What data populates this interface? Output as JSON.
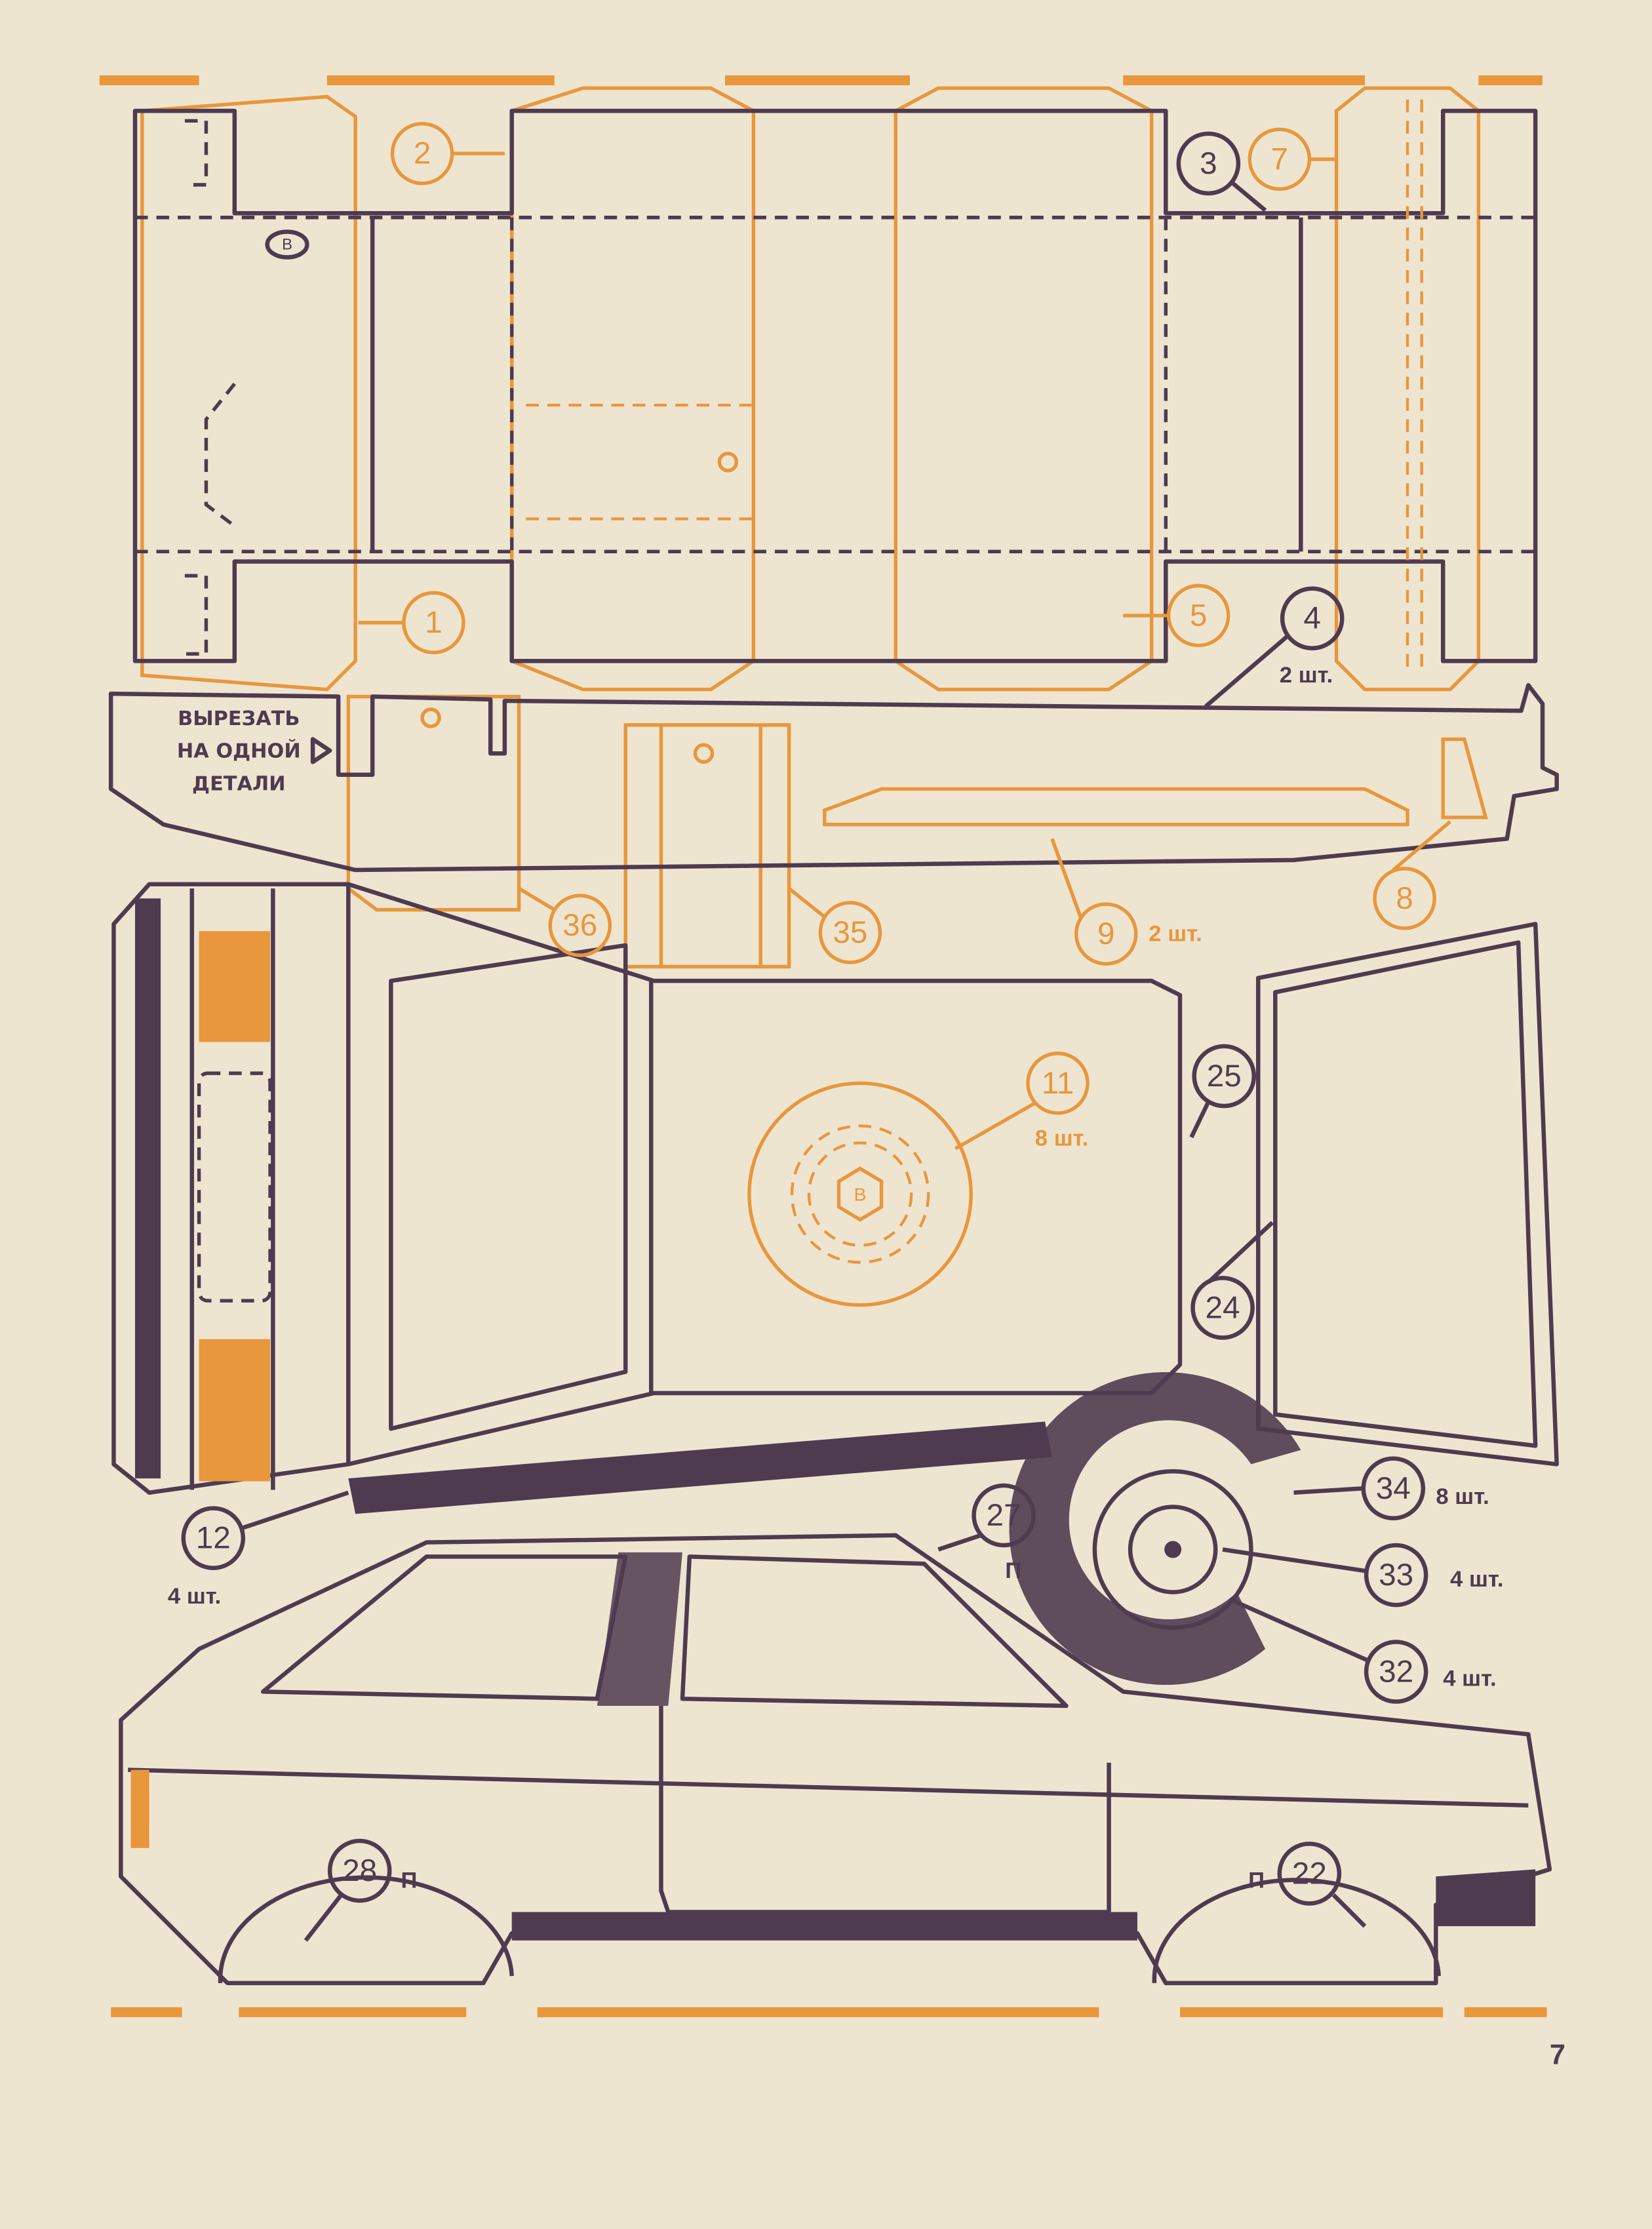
{
  "colors": {
    "paper": "#eee5d1",
    "ink": "#4f3b50",
    "orange": "#e8973c"
  },
  "note": {
    "line1": "ВЫРЕЗАТЬ",
    "line2": "НА ОДНОЙ",
    "line3": "ДЕТАЛИ"
  },
  "badge_letter": "В",
  "parts": {
    "p1": "1",
    "p2": "2",
    "p3": "3",
    "p4": "4",
    "p5": "5",
    "p7": "7",
    "p8": "8",
    "p9": "9",
    "p11": "11",
    "p12": "12",
    "p22": "22",
    "p24": "24",
    "p25": "25",
    "p27": "27",
    "p28": "28",
    "p32": "32",
    "p33": "33",
    "p34": "34",
    "p35": "35",
    "p36": "36"
  },
  "quantities": {
    "p4": "2 шт.",
    "p9": "2 шт.",
    "p11": "8 шт.",
    "p12": "4 шт.",
    "p34": "8 шт.",
    "p33": "4 шт.",
    "p32": "4 шт."
  },
  "marks": {
    "p27": "П",
    "p28": "П",
    "p22": "П"
  },
  "page_number": "7"
}
